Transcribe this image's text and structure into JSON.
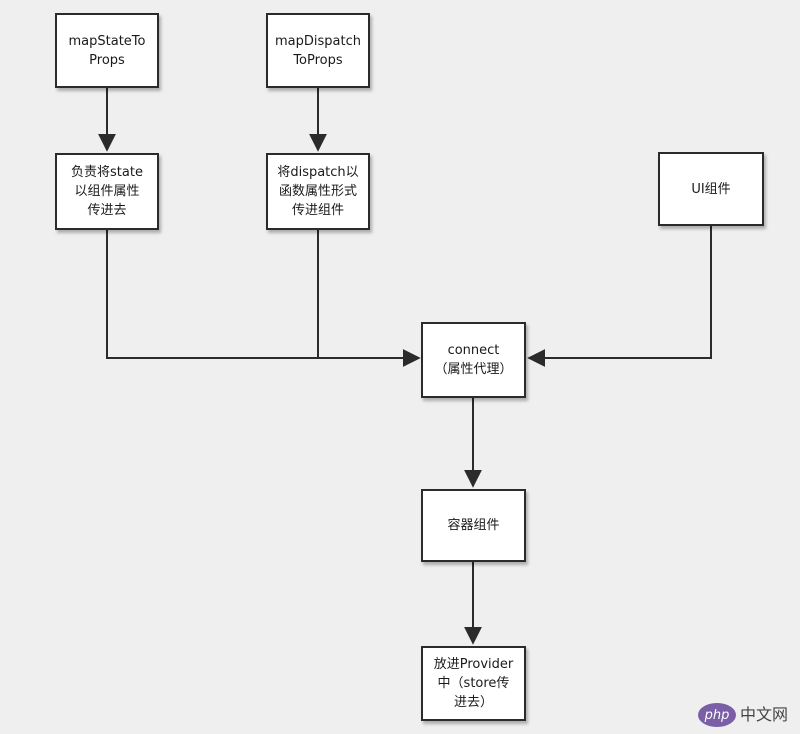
{
  "nodes": {
    "map_state": "mapStateTo\nProps",
    "map_dispatch": "mapDispatch\nToProps",
    "state_desc": "负责将state\n以组件属性\n传进去",
    "dispatch_desc": "将dispatch以\n函数属性形式\n传进组件",
    "ui_component": "UI组件",
    "connect": "connect\n（属性代理）",
    "container": "容器组件",
    "provider": "放进Provider\n中（store传\n进去）"
  },
  "watermark": {
    "logo": "php",
    "text": "中文网"
  },
  "colors": {
    "background": "#efefef",
    "stroke": "#2b2b2b",
    "watermark_accent": "#7a5fa6"
  }
}
